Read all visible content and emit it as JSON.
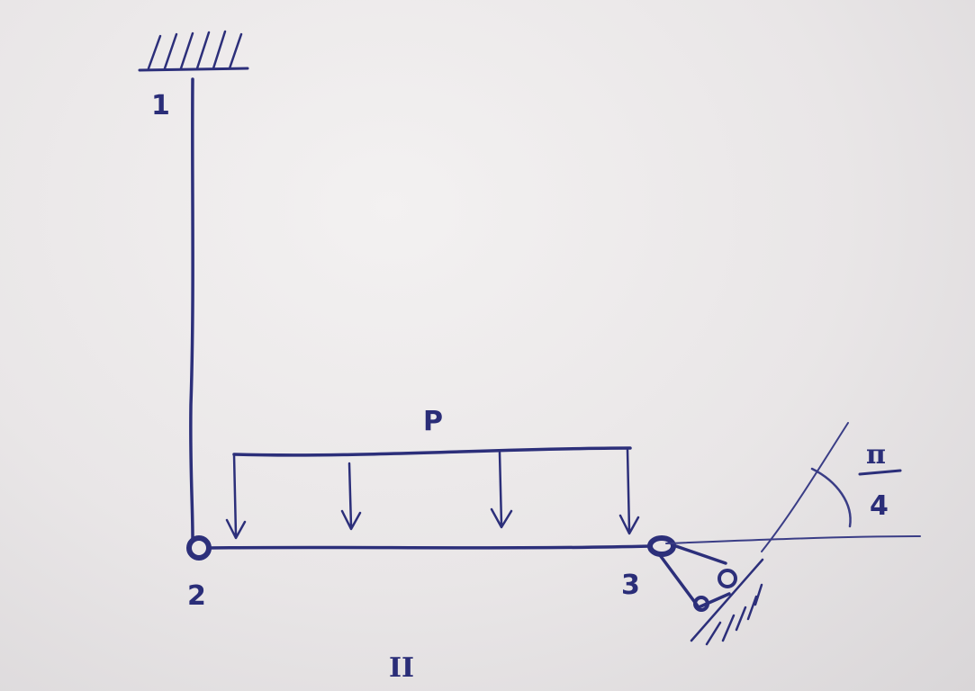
{
  "diagram": {
    "nodes": [
      {
        "id": "1",
        "label": "1"
      },
      {
        "id": "2",
        "label": "2"
      },
      {
        "id": "3",
        "label": "3"
      }
    ],
    "load_label": "P",
    "angle": {
      "numerator": "π",
      "denominator": "4"
    },
    "case_number": "II",
    "ink_color": "#2c2f7a"
  }
}
